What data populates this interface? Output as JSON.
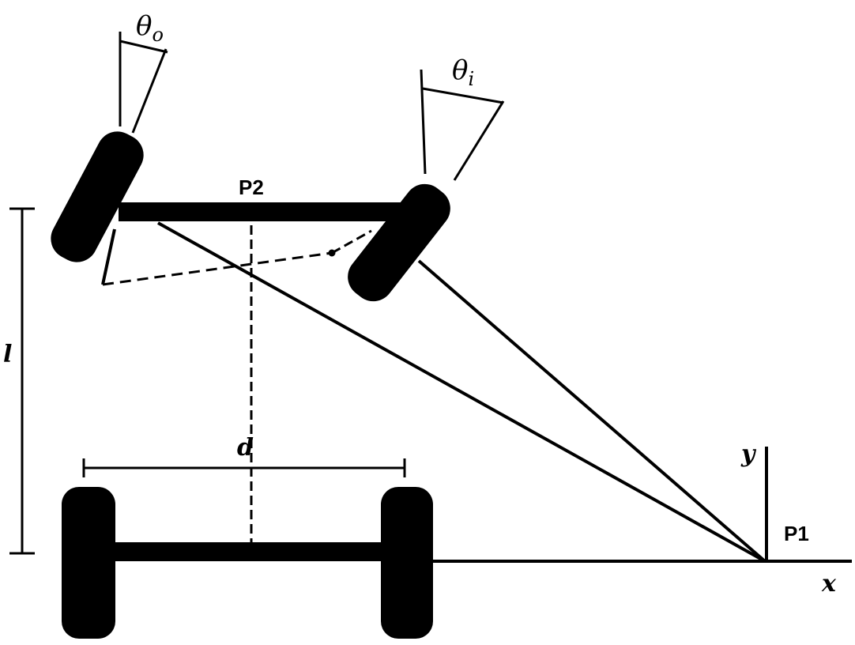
{
  "labels": {
    "theta_o": "θo",
    "theta_o_base": "θ",
    "theta_o_sub": "o",
    "theta_i_base": "θ",
    "theta_i_sub": "i",
    "p2": "P2",
    "p1": "P1",
    "length": "l",
    "track": "d",
    "axis_y": "y",
    "axis_x": "x"
  },
  "colors": {
    "ink": "#000000",
    "background": "#ffffff"
  }
}
